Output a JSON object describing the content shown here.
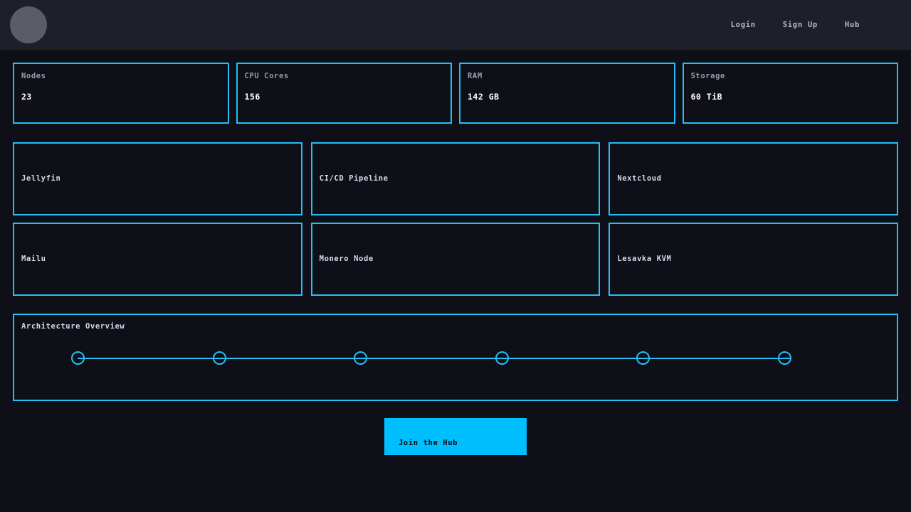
{
  "header": {
    "avatar_icon": "user-avatar-circle",
    "nav": [
      {
        "label": "Login"
      },
      {
        "label": "Sign Up"
      },
      {
        "label": "Hub"
      }
    ]
  },
  "stats": [
    {
      "label": "Nodes",
      "value": "23"
    },
    {
      "label": "CPU Cores",
      "value": "156"
    },
    {
      "label": "RAM",
      "value": "142 GB"
    },
    {
      "label": "Storage",
      "value": "60 TiB"
    }
  ],
  "services": [
    {
      "name": "Jellyfin"
    },
    {
      "name": "CI/CD Pipeline"
    },
    {
      "name": "Nextcloud"
    },
    {
      "name": "Mailu"
    },
    {
      "name": "Monero Node"
    },
    {
      "name": "Lesavka KVM"
    }
  ],
  "architecture": {
    "title": "Architecture Overview",
    "node_count": 6
  },
  "cta": {
    "label": "Join the Hub"
  },
  "colors": {
    "accent": "#22c0f5",
    "cta_background": "#00bfff",
    "page_background": "#0e0f17",
    "header_background": "#1e1f28",
    "avatar": "#5b5c68",
    "label_text": "#9a9cae",
    "value_text": "#ffffff"
  }
}
